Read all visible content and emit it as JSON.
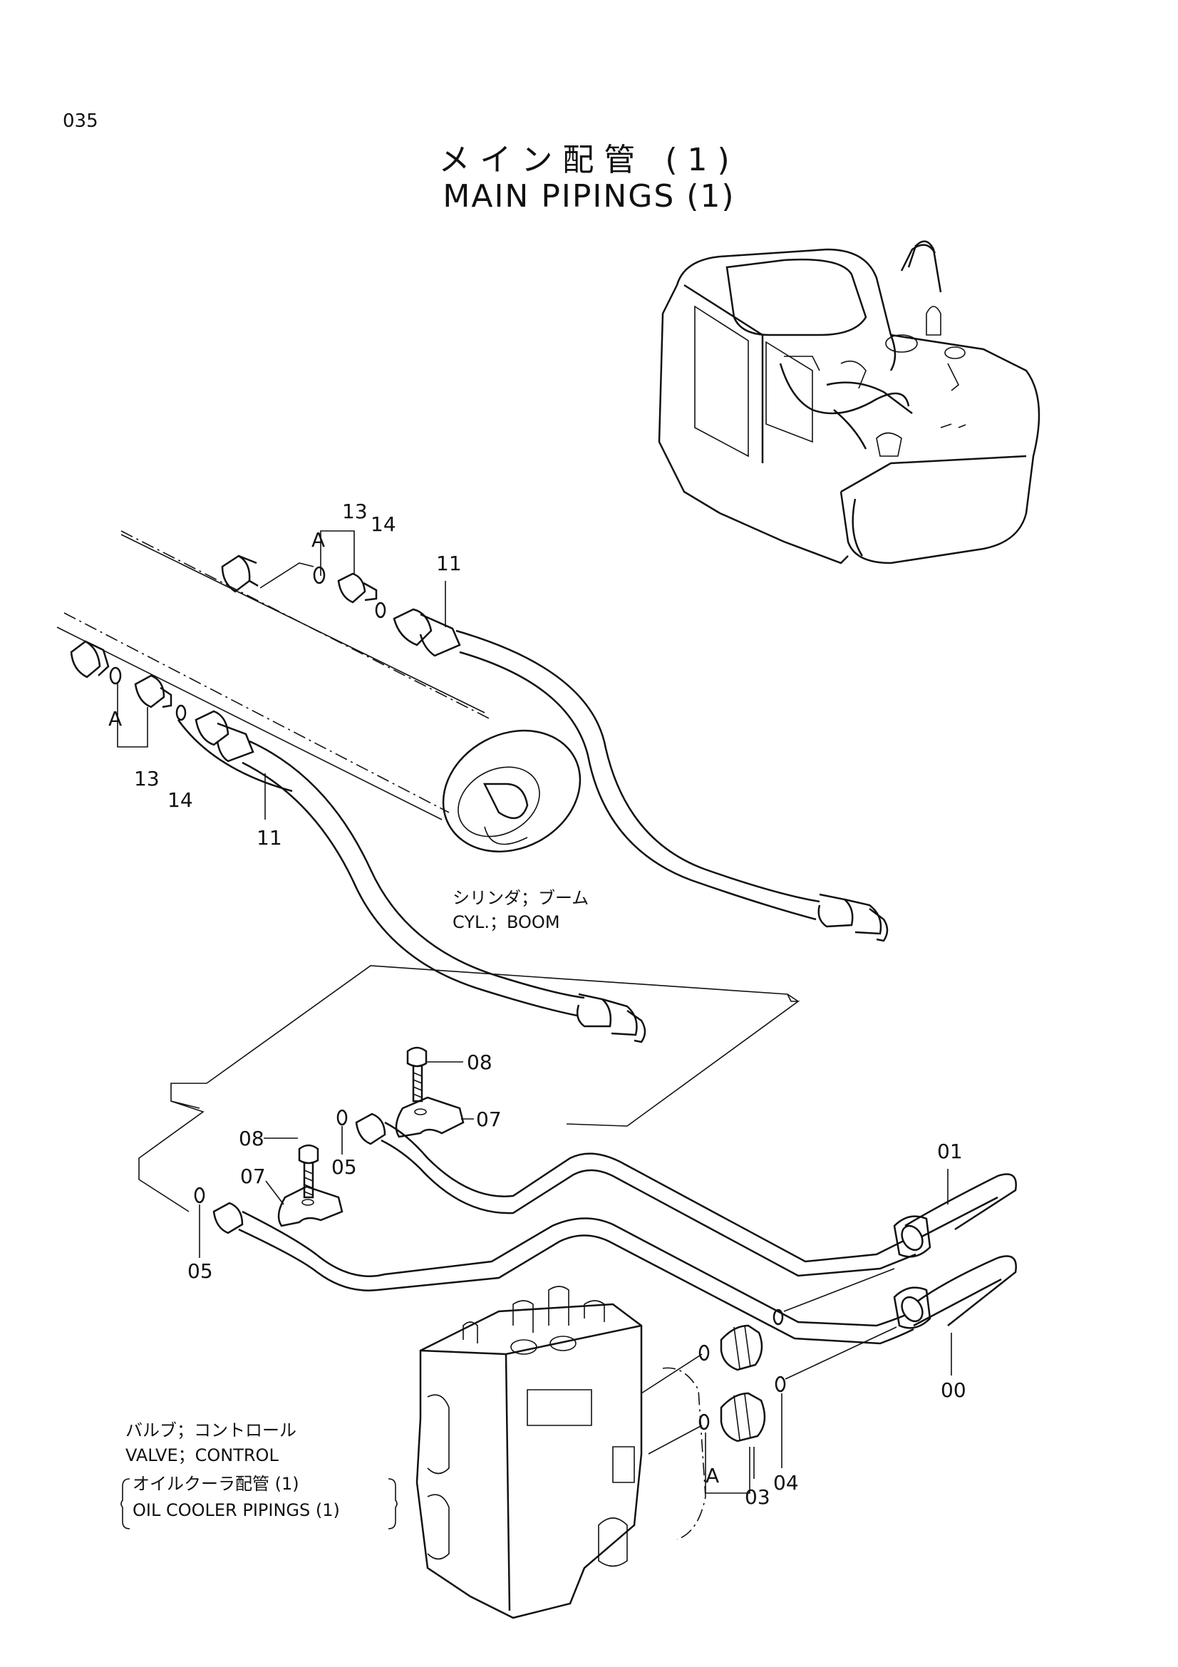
{
  "page_number": "035",
  "title_jp": "メイン配管 (1)",
  "title_en": "MAIN PIPINGS (1)",
  "part_labels": {
    "p13_top": "13",
    "p14_top": "14",
    "pA_top": "A",
    "p11_top": "11",
    "pA_left": "A",
    "p13_left": "13",
    "p14_left": "14",
    "p11_left": "11",
    "p08_top": "08",
    "p07_top": "07",
    "p08_mid": "08",
    "p05_mid": "05",
    "p07_mid": "07",
    "p05_low": "05",
    "p01": "01",
    "p00": "00",
    "pA_bottom": "A",
    "p03": "03",
    "p04": "04"
  },
  "captions": {
    "boom_jp": "シリンダ；ブーム",
    "boom_en": "CYL.；BOOM",
    "valve_jp": "バルブ；コントロール",
    "valve_en": "VALVE；CONTROL",
    "cooler_jp": "オイルクーラ配管 (1)",
    "cooler_en": "OIL  COOLER  PIPINGS (1)"
  }
}
